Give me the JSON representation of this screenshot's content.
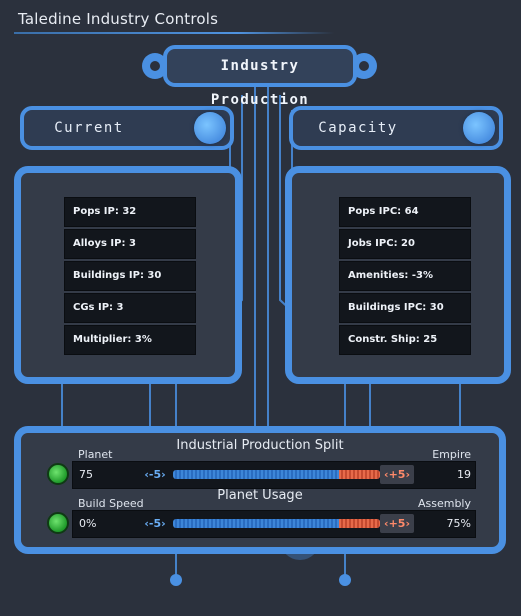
{
  "window_title": "Taledine Industry Controls",
  "header_title": "Industry Production",
  "current": {
    "label": "Current",
    "stats": [
      "Pops IP: 32",
      "Alloys IP: 3",
      "Buildings IP: 30",
      "CGs IP: 3",
      "Multiplier: 3%"
    ]
  },
  "capacity": {
    "label": "Capacity",
    "stats": [
      "Pops IPC: 64",
      "Jobs IPC: 20",
      "Amenities: -3%",
      "Buildings IPC: 30",
      "Constr. Ship: 25"
    ]
  },
  "split": {
    "title": "Industrial Production Split",
    "left_caption": "Planet",
    "right_caption": "Empire",
    "left_value": "75",
    "right_value": "19",
    "minus_label": "-5",
    "plus_label": "+5",
    "fraction_right": 0.2
  },
  "usage": {
    "title": "Planet Usage",
    "left_caption": "Build Speed",
    "right_caption": "Assembly",
    "left_value": "0%",
    "right_value": "75%",
    "minus_label": "-5",
    "plus_label": "+5",
    "fraction_right": 0.2
  },
  "colors": {
    "accent": "#4a90e2",
    "slider_left": "#3d86d8",
    "slider_right": "#e66a4a",
    "confirm": "#2fb83a"
  }
}
